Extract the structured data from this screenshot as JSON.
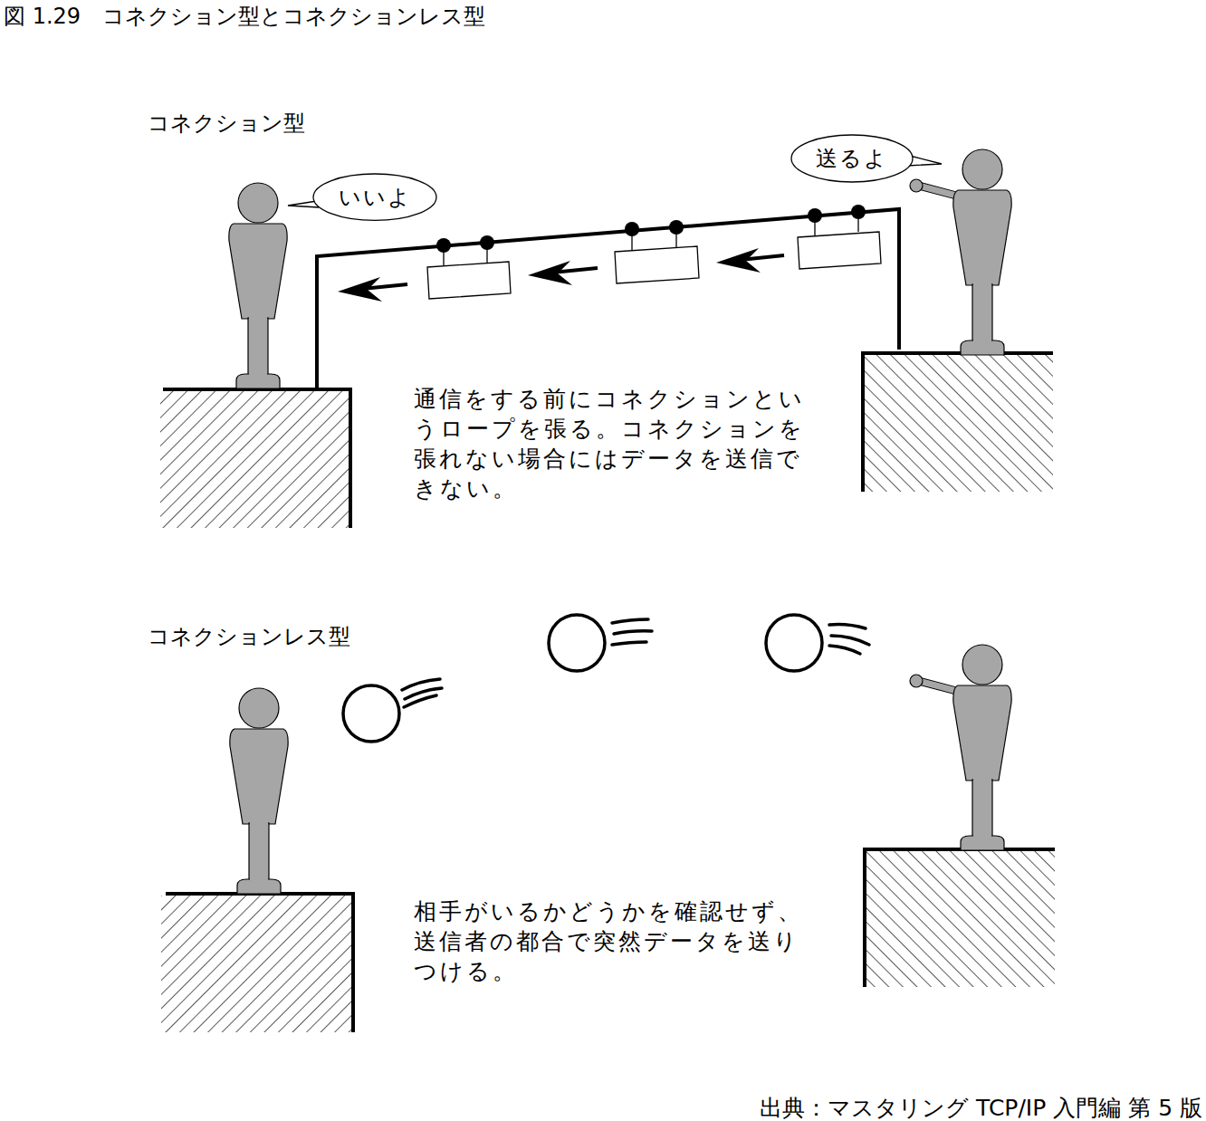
{
  "diagram": {
    "title": "図 1.29　コネクション型とコネクションレス型",
    "nodes": [
      {
        "text": [
          "いいよ"
        ]
      },
      {
        "text": [
          "送るよ"
        ]
      }
    ],
    "labels": [
      "コネクション型",
      "通信をする前にコネクションというロープを張る。コネクションを張れない場合にはデータを送信できない。",
      "コネクションレス型",
      "相手がいるかどうかを確認せず、送信者の都合で突然データを送りつける。",
      "出典：マスタリング TCP/IP 入門編 第 5 版"
    ]
  }
}
